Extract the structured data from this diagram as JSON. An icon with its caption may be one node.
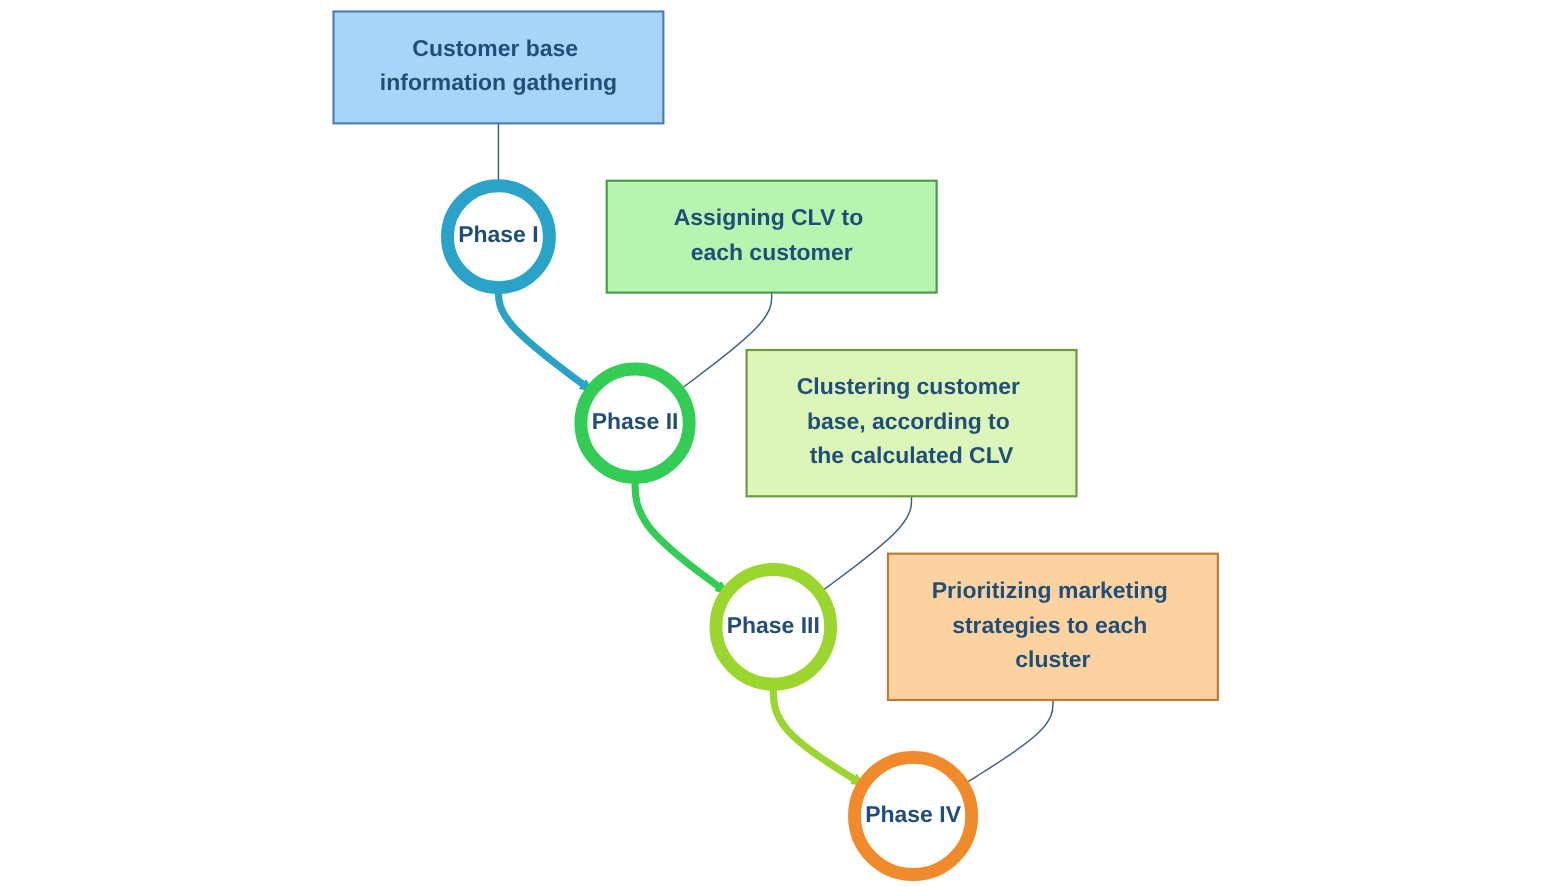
{
  "diagram": {
    "nodes": [
      {
        "text": [
          "Phase I"
        ]
      },
      {
        "text": [
          "Customer base information gathering"
        ]
      },
      {
        "text": [
          "Assigning CLV to each customer"
        ]
      },
      {
        "text": [
          "Phase II"
        ]
      },
      {
        "text": [
          "Phase III"
        ]
      },
      {
        "text": [
          "Clustering customer base, according to the calculated CLV"
        ]
      },
      {
        "text": [
          "Prioritizing marketing strategies to each cluster"
        ]
      },
      {
        "text": [
          "Phase IV"
        ]
      }
    ],
    "edges": [
      {
        "from": 0,
        "to": 3,
        "arrow": "to",
        "style": "thick",
        "color": "#2aa3c9"
      },
      {
        "from": 3,
        "to": 4,
        "arrow": "to",
        "style": "thick",
        "color": "#33cc55"
      },
      {
        "from": 4,
        "to": 7,
        "arrow": "to",
        "style": "thick",
        "color": "#9ad62e"
      },
      {
        "from": 1,
        "to": 0,
        "arrow": "none"
      },
      {
        "from": 2,
        "to": 3,
        "arrow": "none"
      },
      {
        "from": 5,
        "to": 4,
        "arrow": "none"
      },
      {
        "from": 6,
        "to": 7,
        "arrow": "none"
      }
    ]
  }
}
